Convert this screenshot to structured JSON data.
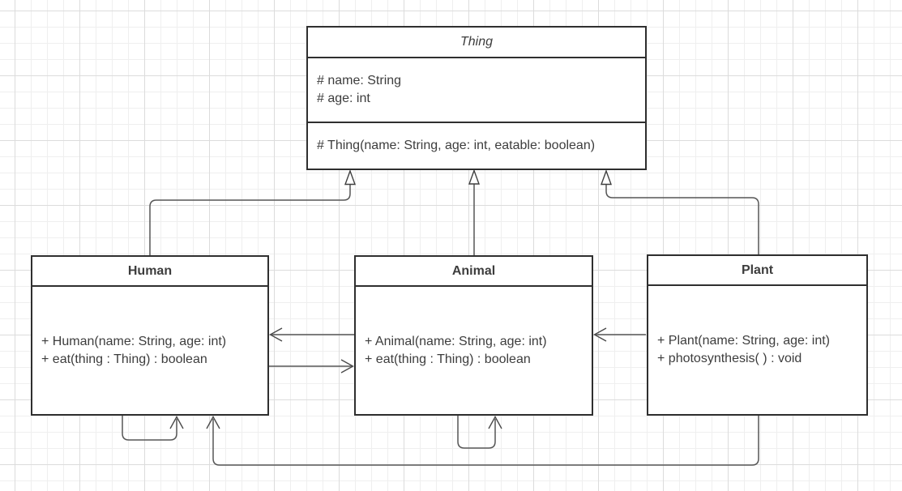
{
  "diagram": {
    "kind": "uml-class-diagram",
    "colors": {
      "background": "#ffffff",
      "grid_minor": "#efefef",
      "grid_major": "#dcdcdc",
      "box_border": "#2f2f2f",
      "edge_stroke": "#565656",
      "text": "#3d3d3d"
    }
  },
  "classes": [
    {
      "name": "Thing",
      "abstract": true,
      "attributes": [
        "# name: String",
        "# age: int"
      ],
      "methods": [
        "# Thing(name: String, age: int, eatable: boolean)"
      ]
    },
    {
      "name": "Human",
      "abstract": false,
      "attributes": [],
      "methods": [
        "+ Human(name: String, age: int)",
        "+ eat(thing : Thing) : boolean"
      ]
    },
    {
      "name": "Animal",
      "abstract": false,
      "attributes": [],
      "methods": [
        "+ Animal(name: String, age: int)",
        "+ eat(thing : Thing) : boolean"
      ]
    },
    {
      "name": "Plant",
      "abstract": false,
      "attributes": [],
      "methods": [
        "+ Plant(name: String, age: int)",
        "+ photosynthesis( ) : void"
      ]
    }
  ],
  "relationships": [
    {
      "from": "Human",
      "to": "Thing",
      "type": "generalization"
    },
    {
      "from": "Animal",
      "to": "Thing",
      "type": "generalization"
    },
    {
      "from": "Plant",
      "to": "Thing",
      "type": "generalization"
    },
    {
      "from": "Animal",
      "to": "Human",
      "type": "directed-association"
    },
    {
      "from": "Human",
      "to": "Animal",
      "type": "directed-association"
    },
    {
      "from": "Plant",
      "to": "Animal",
      "type": "directed-association"
    },
    {
      "from": "Human",
      "to": "Human",
      "type": "self-association"
    },
    {
      "from": "Animal",
      "to": "Animal",
      "type": "self-association"
    },
    {
      "from": "Plant",
      "to": "Human",
      "type": "directed-association"
    }
  ]
}
